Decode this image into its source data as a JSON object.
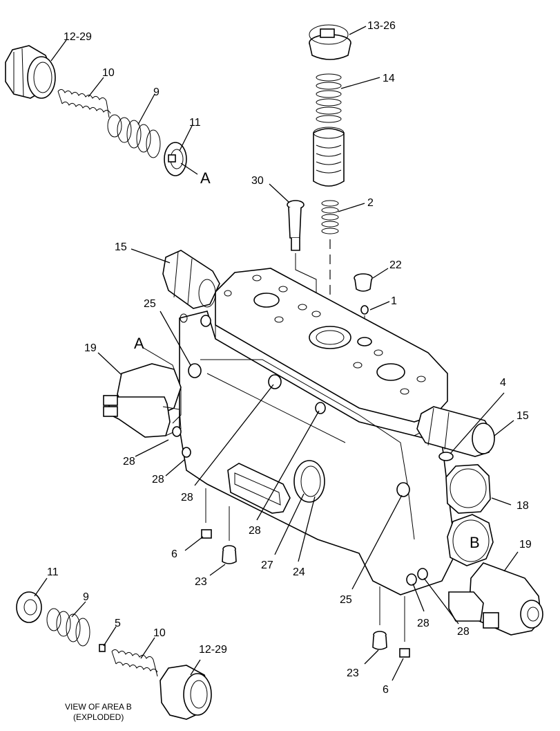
{
  "diagram": {
    "labels": {
      "l_12_29_top": "12-29",
      "l_10_top": "10",
      "l_9_top": "9",
      "l_11_top": "11",
      "l_A_top": "A",
      "l_13_26": "13-26",
      "l_14": "14",
      "l_30": "30",
      "l_2": "2",
      "l_22": "22",
      "l_1": "1",
      "l_15_left": "15",
      "l_25_left": "25",
      "l_A_left": "A",
      "l_19_left": "19",
      "l_4": "4",
      "l_15_right": "15",
      "l_28_a": "28",
      "l_28_b": "28",
      "l_28_c": "28",
      "l_18": "18",
      "l_B": "B",
      "l_19_right": "19",
      "l_6_left": "6",
      "l_23_left": "23",
      "l_28_d": "28",
      "l_27": "27",
      "l_24": "24",
      "l_25_right": "25",
      "l_28_e": "28",
      "l_28_f": "28",
      "l_11_bottom": "11",
      "l_9_bottom": "9",
      "l_5": "5",
      "l_10_bottom": "10",
      "l_12_29_bottom": "12-29",
      "l_23_right": "23",
      "l_6_right": "6"
    },
    "caption_line1": "VIEW OF AREA B",
    "caption_line2": "(EXPLODED)"
  }
}
